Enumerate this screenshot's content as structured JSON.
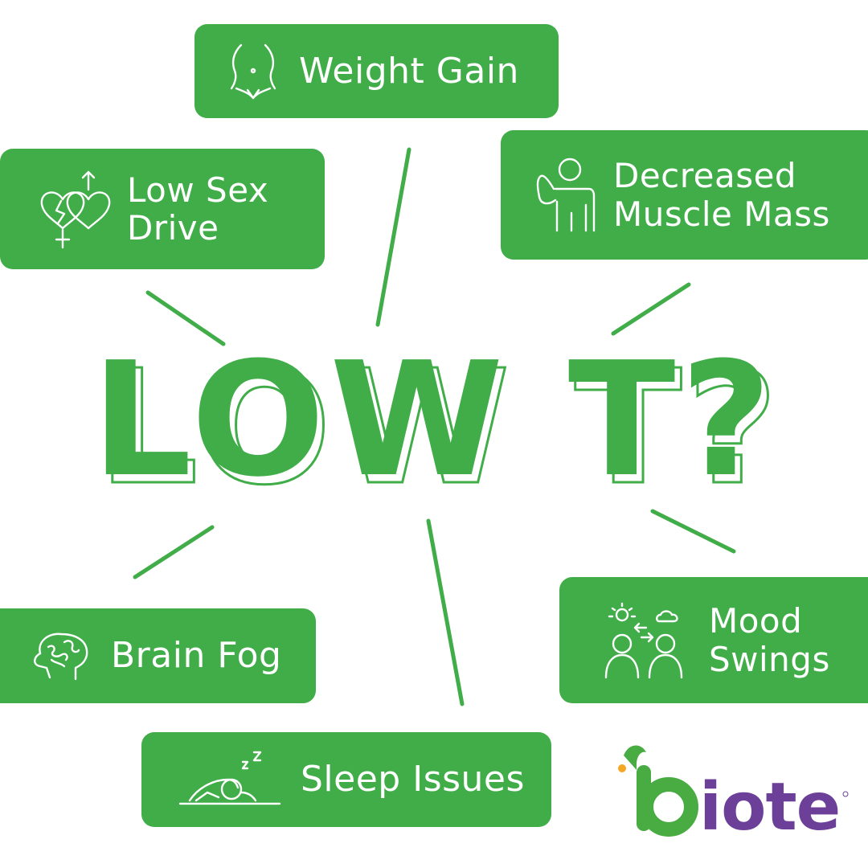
{
  "title": "LOW T?",
  "symptoms": {
    "weight_gain": {
      "label": "Weight Gain",
      "icon": "belly-icon"
    },
    "low_sex_drive": {
      "line1": "Low Sex",
      "line2": "Drive",
      "icon": "hearts-gender-icon"
    },
    "decreased_muscle_mass": {
      "line1": "Decreased",
      "line2": "Muscle Mass",
      "icon": "flexing-person-icon"
    },
    "brain_fog": {
      "label": "Brain Fog",
      "icon": "brain-head-icon"
    },
    "mood_swings": {
      "line1": "Mood",
      "line2": "Swings",
      "icon": "arguing-people-icon"
    },
    "sleep_issues": {
      "label": "Sleep Issues",
      "icon": "sleeping-person-icon"
    }
  },
  "brand": {
    "logo_text": "biote"
  },
  "colors": {
    "card_green": "#40ad49",
    "title_green": "#40ad49",
    "logo_green": "#48ac43",
    "logo_purple": "#6c3f98",
    "logo_orange": "#f5a623"
  }
}
